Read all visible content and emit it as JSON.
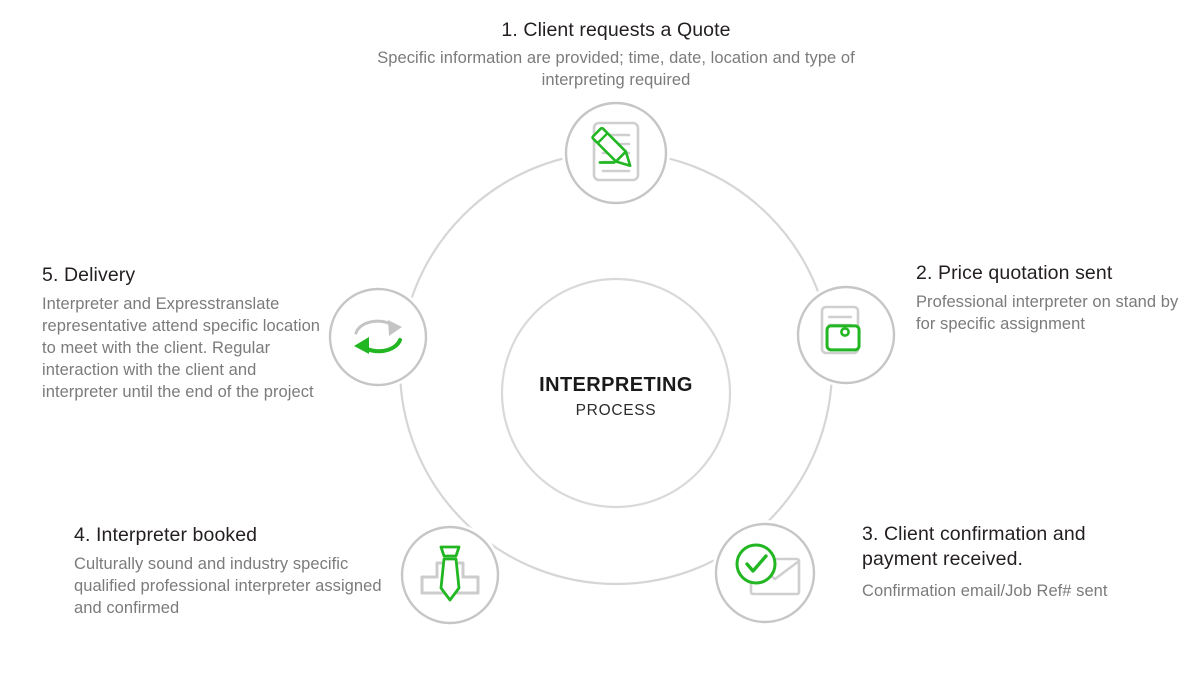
{
  "diagram": {
    "type": "cycle",
    "hub": {
      "title": "INTERPRETING",
      "subtitle": "PROCESS"
    },
    "colors": {
      "accent_green": "#22b722",
      "ring_gray": "#d4d4d4",
      "node_stroke": "#c6c6c6",
      "icon_gray": "#c9c9c9",
      "title_text": "#231f20",
      "body_text": "#7b7b7b",
      "background": "#ffffff"
    },
    "steps": [
      {
        "id": "step-1",
        "number": "1.",
        "title": "1. Client requests a Quote",
        "description": "Specific information are provided; time, date, location and type of interpreting required",
        "icon": "document-pencil-icon"
      },
      {
        "id": "step-2",
        "number": "2.",
        "title": "2. Price quotation sent",
        "description": "Professional interpreter on stand by for specific assignment",
        "icon": "document-price-tag-icon"
      },
      {
        "id": "step-3",
        "number": "3.",
        "title": "3. Client confirmation and payment received.",
        "description": "Confirmation email/Job Ref# sent",
        "icon": "envelope-check-icon"
      },
      {
        "id": "step-4",
        "number": "4.",
        "title": "4. Interpreter booked",
        "description": "Culturally sound and industry specific qualified professional interpreter assigned and confirmed",
        "icon": "necktie-suit-icon"
      },
      {
        "id": "step-5",
        "number": "5.",
        "title": "5. Delivery",
        "description": "Interpreter and Expresstranslate representative attend specific location to meet with the client. Regular interaction with the client and interpreter until the end of the project",
        "icon": "refresh-cycle-arrows-icon"
      }
    ]
  }
}
